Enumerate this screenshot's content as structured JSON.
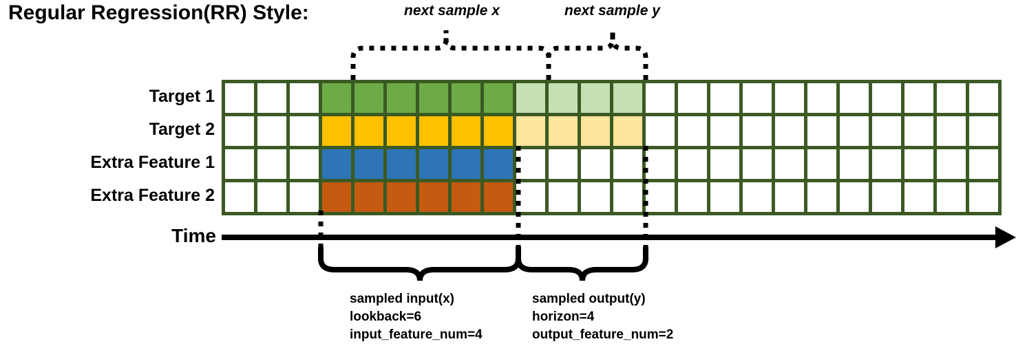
{
  "title": "Regular Regression(RR) Style:",
  "captions": {
    "next_sample_x": "next sample x",
    "next_sample_y": "next sample y"
  },
  "rows": [
    {
      "label": "Target 1",
      "key": "target-1"
    },
    {
      "label": "Target 2",
      "key": "target-2"
    },
    {
      "label": "Extra Feature 1",
      "key": "extra-feature-1"
    },
    {
      "label": "Extra Feature 2",
      "key": "extra-feature-2"
    }
  ],
  "axis": {
    "label": "Time"
  },
  "grid": {
    "columns": 24,
    "lead_white": 3,
    "lookback": 6,
    "horizon": 4,
    "trail_white": 11
  },
  "input_block": {
    "line1": "sampled input(x)",
    "line2": "lookback=6",
    "line3": "input_feature_num=4"
  },
  "output_block": {
    "line1": "sampled output(y)",
    "line2": "horizon=4",
    "line3": "output_feature_num=2"
  },
  "colors": {
    "border": "#3B5A23",
    "target1": "#6DAB47",
    "target1_light": "#C5E0B4",
    "target2": "#FFC000",
    "target2_light": "#FFE49B",
    "extra1": "#2E75B6",
    "extra2": "#C55A11",
    "axis": "#000000"
  }
}
